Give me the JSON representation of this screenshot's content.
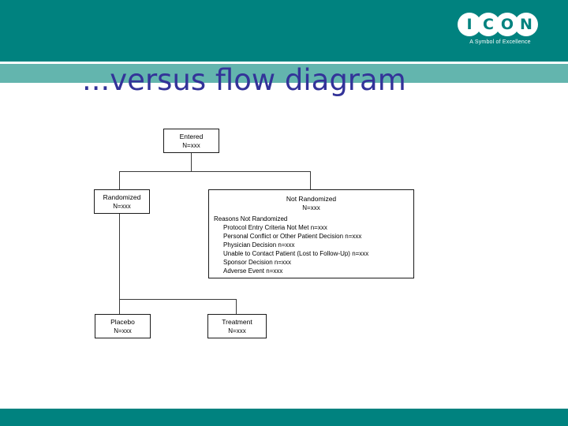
{
  "slide": {
    "title": "...versus flow diagram",
    "colors": {
      "band_dark": "#00827f",
      "band_light": "#63b5ae",
      "title_text": "#333399",
      "node_border": "#1a1a1a",
      "node_text": "#000000"
    }
  },
  "logo": {
    "letters": [
      "I",
      "C",
      "O",
      "N"
    ],
    "tagline": "A Symbol of Excellence"
  },
  "diagram": {
    "nodes": {
      "entered": {
        "label": "Entered",
        "count": "N=xxx"
      },
      "randomized": {
        "label": "Randomized",
        "count": "N=xxx"
      },
      "not_randomized": {
        "label": "Not Randomized",
        "count": "N=xxx",
        "reasons_title": "Reasons Not Randomized",
        "reasons": [
          "Protocol Entry Criteria Not Met n=xxx",
          "Personal Conflict or Other Patient Decision n=xxx",
          "Physician Decision n=xxx",
          "Unable to Contact Patient (Lost to Follow-Up) n=xxx",
          "Sponsor Decision n=xxx",
          "Adverse Event n=xxx"
        ]
      },
      "placebo": {
        "label": "Placebo",
        "count": "N=xxx"
      },
      "treatment": {
        "label": "Treatment",
        "count": "N=xxx"
      }
    }
  }
}
